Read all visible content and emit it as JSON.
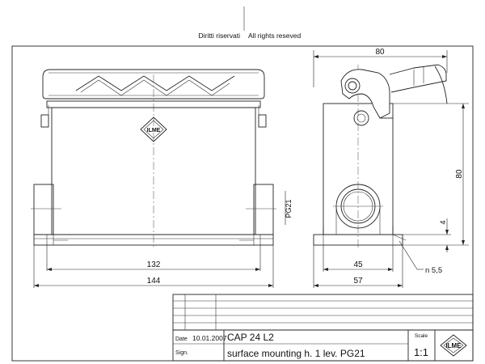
{
  "header": {
    "rights_it": "Diritti riservati",
    "rights_en": "All rights reseved"
  },
  "dimensions": {
    "front_inner_width": "132",
    "front_outer_width": "144",
    "thread": "PG21",
    "side_top_width": "80",
    "side_height": "80",
    "side_foot": "4",
    "side_bottom_inner": "45",
    "side_bottom_outer": "57",
    "hole_note": "n 5,5"
  },
  "title_block": {
    "date_label": "Date",
    "date_value": "10.01.2007",
    "sign_label": "Sign.",
    "code": "CAP 24 L2",
    "description": "surface mounting h. 1 lev. PG21",
    "scale_label": "Scale",
    "scale_value": "1:1",
    "logo_text": "ILME"
  }
}
